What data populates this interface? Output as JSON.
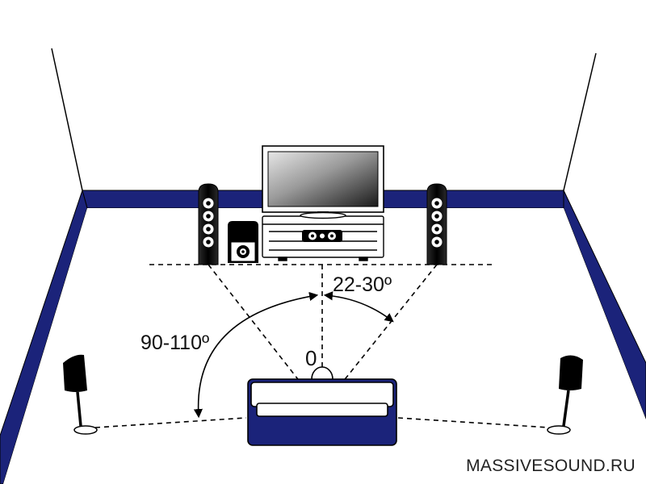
{
  "labels": {
    "surround_angle": "90-110º",
    "front_angle": "22-30º",
    "center_angle": "0",
    "watermark": "MASSIVESOUND.RU"
  },
  "icons": {
    "front_left": "floor-standing-speaker-icon",
    "front_right": "floor-standing-speaker-icon",
    "center": "center-speaker-icon",
    "subwoofer": "subwoofer-icon",
    "tv": "tv-icon",
    "surround_left": "satellite-speaker-icon",
    "surround_right": "satellite-speaker-icon",
    "listener": "listener-icon",
    "sofa": "sofa-icon"
  },
  "colors": {
    "baseboard": "#1b237a",
    "outline": "#000000",
    "floor": "#ffffff"
  }
}
